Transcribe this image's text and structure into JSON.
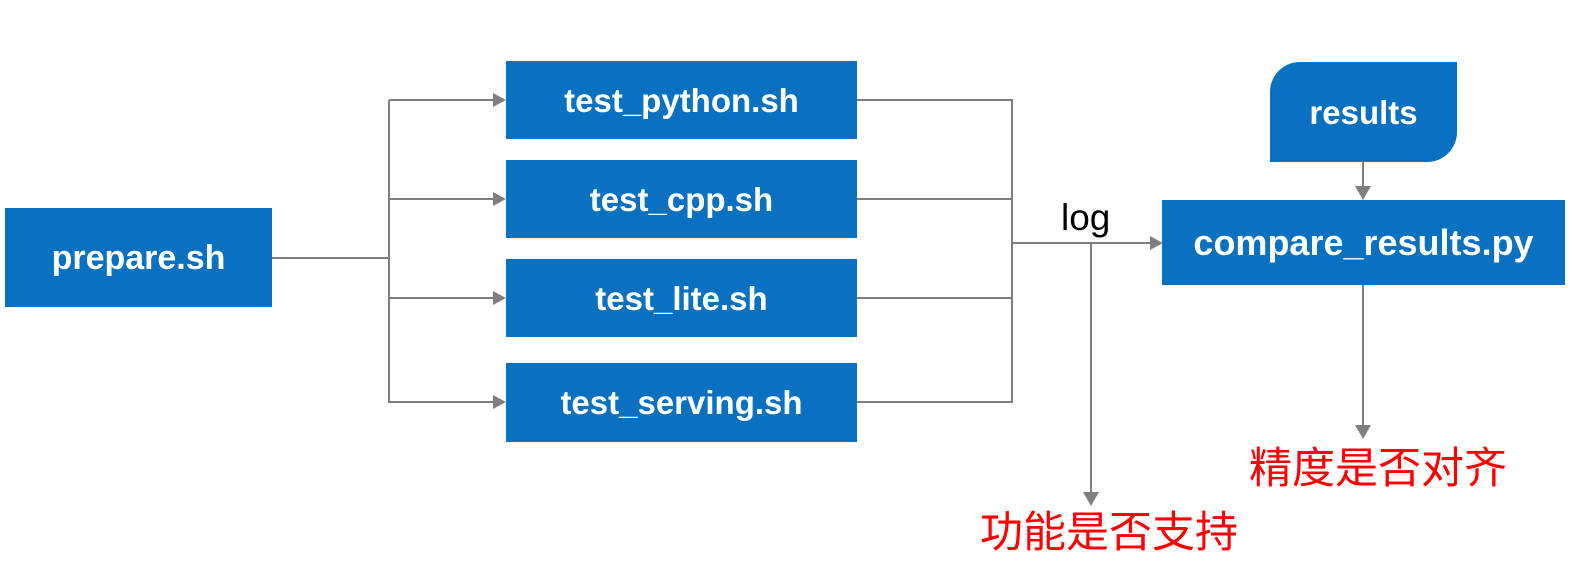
{
  "diagram": {
    "colors": {
      "node_fill": "#0971c0",
      "node_text": "#ffffff",
      "connector": "#7f7f7f",
      "label_text": "#000000",
      "warning_text": "#ff0000",
      "background": "#ffffff"
    },
    "nodes": {
      "prepare": {
        "label": "prepare.sh",
        "shape": "rectangle"
      },
      "test_python": {
        "label": "test_python.sh",
        "shape": "rectangle"
      },
      "test_cpp": {
        "label": "test_cpp.sh",
        "shape": "rectangle"
      },
      "test_lite": {
        "label": "test_lite.sh",
        "shape": "rectangle"
      },
      "test_serving": {
        "label": "test_serving.sh",
        "shape": "rectangle"
      },
      "results": {
        "label": "results",
        "shape": "round-diagonal-corner-rectangle"
      },
      "compare_results": {
        "label": "compare_results.py",
        "shape": "rectangle"
      }
    },
    "edge_labels": {
      "log": "log"
    },
    "outcome_labels": {
      "function_support": "功能是否支持",
      "accuracy_alignment": "精度是否对齐"
    }
  }
}
